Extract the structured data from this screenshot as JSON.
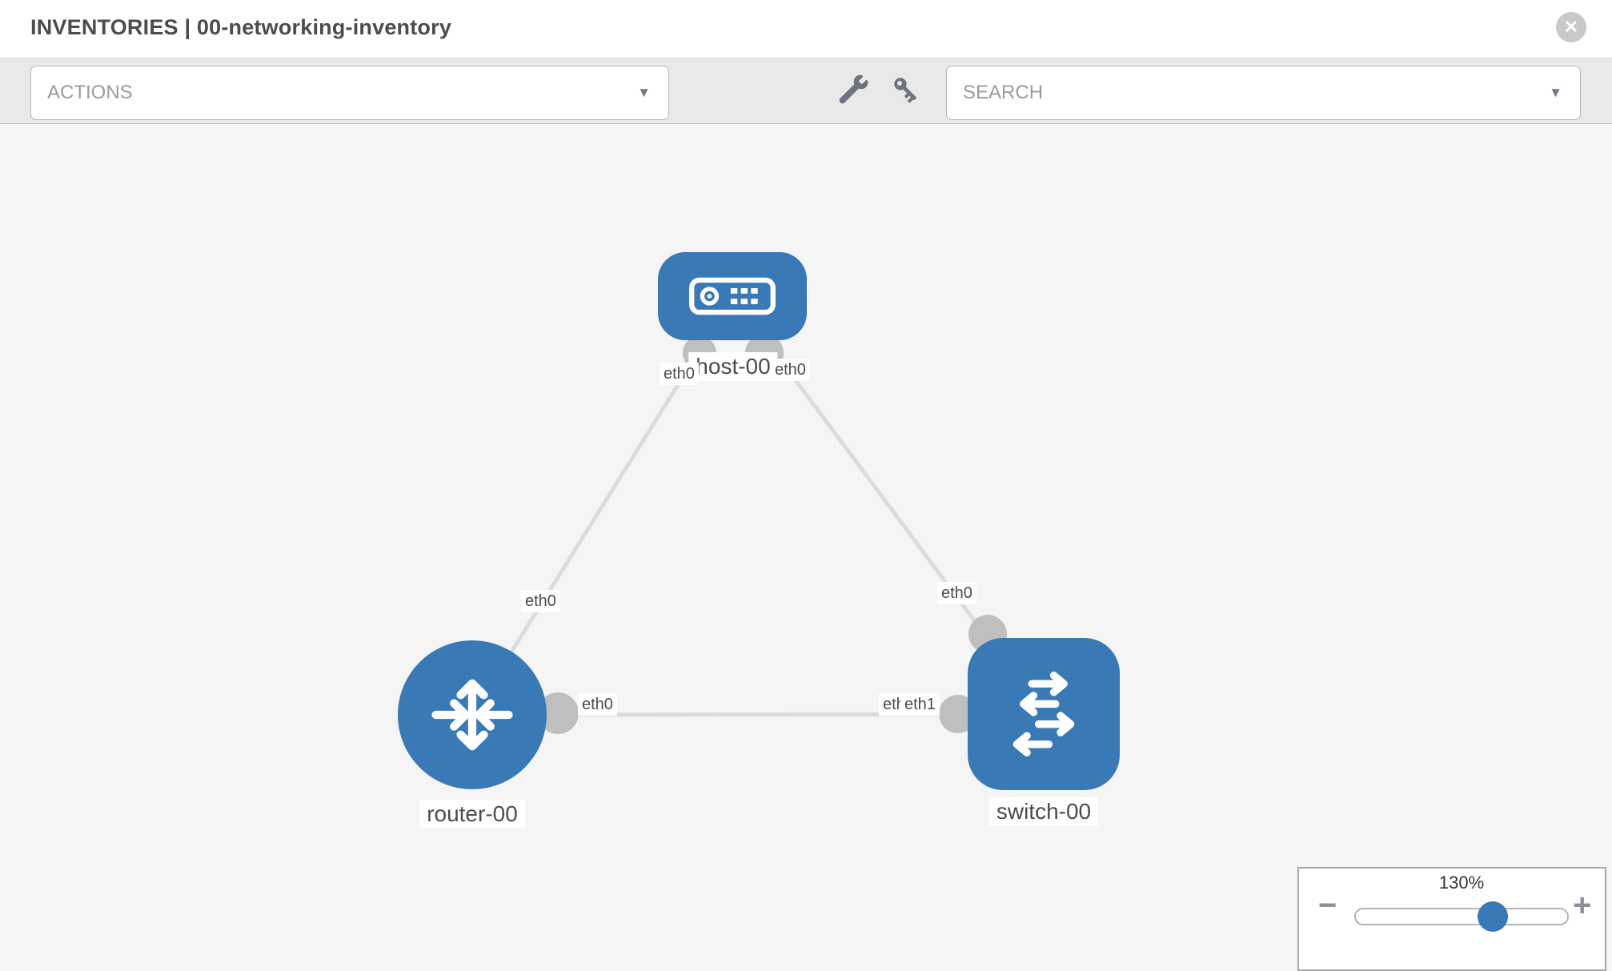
{
  "header": {
    "title": "INVENTORIES | 00-networking-inventory"
  },
  "toolbar": {
    "actions_label": "ACTIONS",
    "search_label": "SEARCH",
    "caret_glyph": "▼",
    "close_glyph": "✕",
    "icons": [
      "wrench-icon",
      "key-icon"
    ]
  },
  "canvas": {
    "nodes": [
      {
        "label": "host-00",
        "type": "host"
      },
      {
        "label": "router-00",
        "type": "router"
      },
      {
        "label": "switch-00",
        "type": "switch"
      }
    ],
    "interface_labels": [
      {
        "text": "eth0",
        "location": "host-left"
      },
      {
        "text": "eth0",
        "location": "host-right"
      },
      {
        "text": "eth0",
        "location": "host-router-link-near-router"
      },
      {
        "text": "eth0",
        "location": "host-switch-link-near-switch"
      },
      {
        "text": "eth0",
        "location": "router-switch-link-router-side"
      },
      {
        "text": "eth1",
        "location": "router-switch-link-switch-side-back"
      },
      {
        "text": "eth1",
        "location": "router-switch-link-switch-side-front"
      }
    ],
    "links": [
      {
        "from": "host-00",
        "to": "router-00",
        "from_interface": "eth0",
        "to_interface": "eth0"
      },
      {
        "from": "host-00",
        "to": "switch-00",
        "from_interface": "eth0",
        "to_interface": "eth0"
      },
      {
        "from": "router-00",
        "to": "switch-00",
        "from_interface": "eth0",
        "to_interface": "eth1"
      }
    ]
  },
  "zoom_control": {
    "level": "130%",
    "minus_glyph": "−",
    "plus_glyph": "+"
  },
  "colors": {
    "node_blue": "#3879b6",
    "link_gray": "#dcdcdc",
    "dot_gray": "#bfbfbf",
    "toolbar_bg": "#e9e9e9",
    "canvas_bg": "#f5f5f5",
    "text_dark": "#4c4c4c"
  }
}
